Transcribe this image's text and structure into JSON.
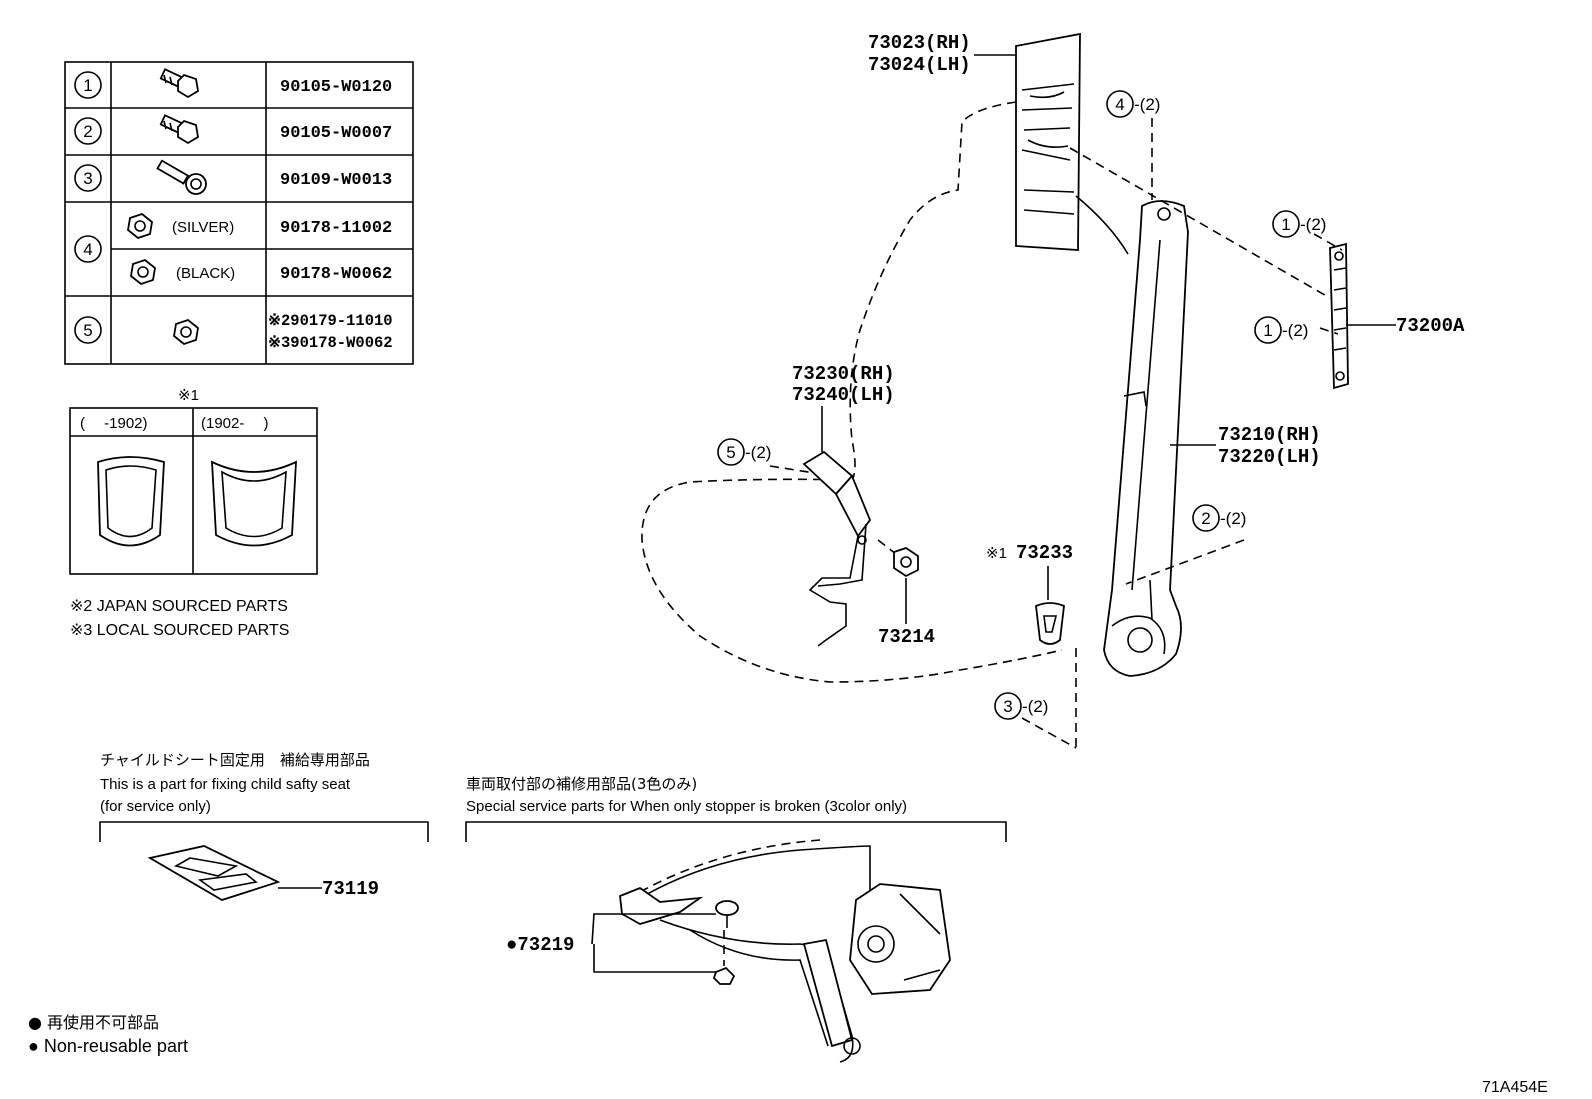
{
  "fastener_table": {
    "rows": [
      {
        "no": "1",
        "part": "90105-W0120",
        "icon": "flange-bolt-icon"
      },
      {
        "no": "2",
        "part": "90105-W0007",
        "icon": "flange-bolt-icon"
      },
      {
        "no": "3",
        "part": "90109-W0013",
        "icon": "shoulder-bolt-icon"
      },
      {
        "no": "4",
        "variants": [
          {
            "desc": "(SILVER)",
            "part": "90178-11002",
            "icon": "nut-icon"
          },
          {
            "desc": "(BLACK)",
            "part": "90178-W0062",
            "icon": "nut-icon"
          }
        ]
      },
      {
        "no": "5",
        "part_a": "※290179-11010",
        "part_b": "※390178-W0062",
        "icon": "nut-icon"
      }
    ]
  },
  "cover_table": {
    "mark": "※1",
    "col1": "(　 -1902)",
    "col2": "(1902-　 )"
  },
  "notes": {
    "n2": "※2 JAPAN SOURCED PARTS",
    "n3": "※3 LOCAL SOURCED PARTS"
  },
  "callouts": {
    "c73023": "73023(RH)",
    "c73024": "73024(LH)",
    "c4q": "4",
    "c4qty": "-(2)",
    "c1a": "1",
    "c1aqty": "-(2)",
    "c1b": "1",
    "c1bqty": "-(2)",
    "c73200A": "73200A",
    "c73230": "73230(RH)",
    "c73240": "73240(LH)",
    "c5": "5",
    "c5qty": "-(2)",
    "c73210": "73210(RH)",
    "c73220": "73220(LH)",
    "c2": "2",
    "c2qty": "-(2)",
    "c73233_mark": "※1",
    "c73233": "73233",
    "c73214": "73214",
    "c3": "3",
    "c3qty": "-(2)"
  },
  "child_seat": {
    "jp": "チャイルドシート固定用　補給専用部品",
    "en1": "This is a part for fixing child safty seat",
    "en2": "(for service only)",
    "part": "73119"
  },
  "stopper": {
    "jp": "車両取付部の補修用部品(3色のみ)",
    "en": "Special service parts for When only stopper is broken (3color only)",
    "part": "●73219"
  },
  "legend": {
    "jp": "● 再使用不可部品",
    "en": "● Non-reusable part"
  },
  "figure_id": "71A454E"
}
